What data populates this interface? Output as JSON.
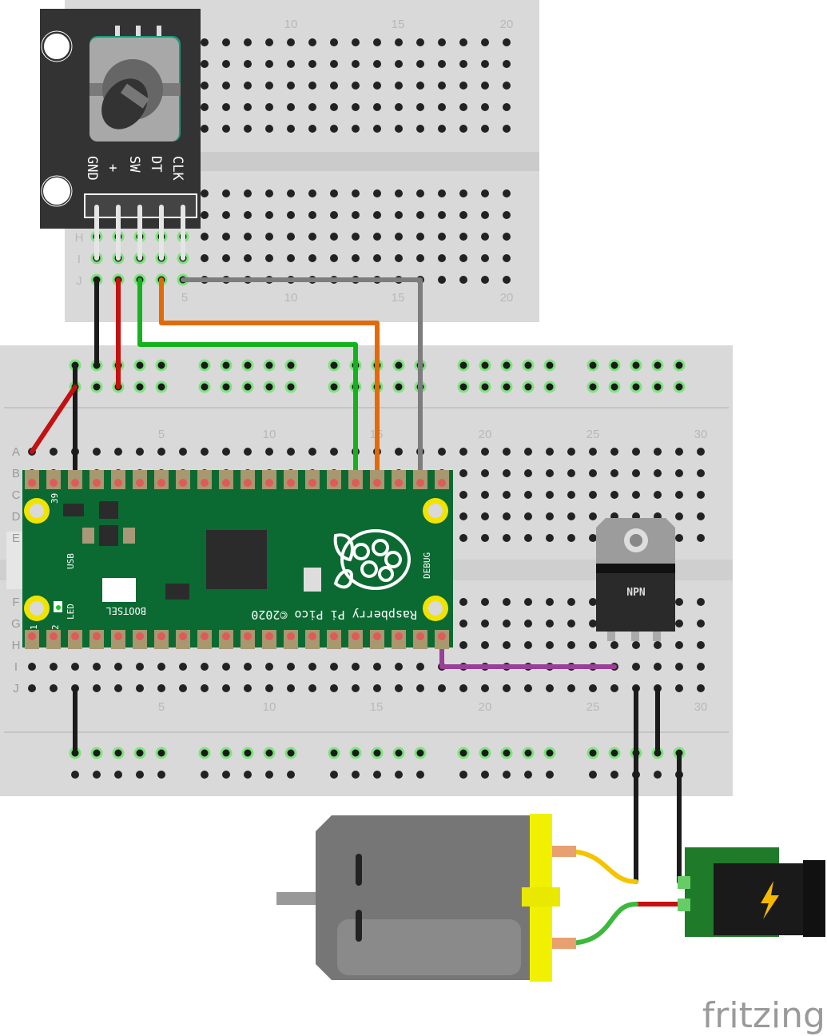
{
  "title": "",
  "breadboard_top": {
    "column_labels": [
      "10",
      "15",
      "20"
    ],
    "bottom_labels": [
      "5",
      "10",
      "15",
      "20"
    ],
    "row_labels": [
      "H",
      "I",
      "J"
    ]
  },
  "breadboard_main": {
    "column_labels": [
      "5",
      "10",
      "15",
      "20",
      "25",
      "30"
    ],
    "row_labels_top": [
      "A",
      "B",
      "C",
      "D",
      "E"
    ],
    "row_labels_bottom": [
      "F",
      "G",
      "H",
      "I",
      "J"
    ]
  },
  "encoder": {
    "pin_labels": [
      "GND",
      "+",
      "SW",
      "DT",
      "CLK"
    ]
  },
  "pico": {
    "name": "Raspberry Pi Pico ©2020",
    "usb": "USB",
    "bootsel": "BOOTSEL",
    "led": "LED",
    "debug": "DEBUG",
    "pin1": "1",
    "pin2": "2",
    "pin39": "39"
  },
  "transistor": {
    "label": "NPN"
  },
  "logo": "fritzing",
  "colors": {
    "breadboard": "#d9d9d9",
    "pico": "#0b6a32",
    "motor_cap": "#f0f000",
    "jack_board": "#1f7a2a"
  }
}
